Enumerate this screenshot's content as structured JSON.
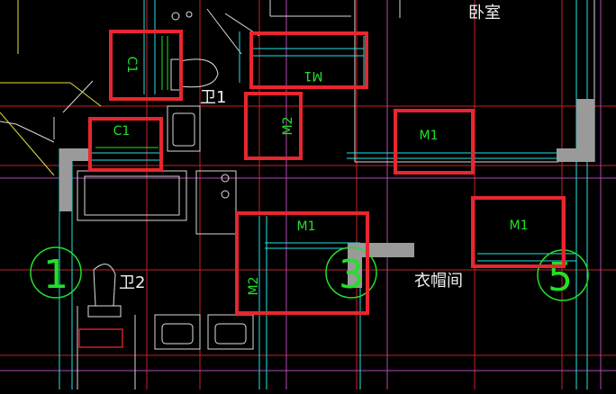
{
  "rooms": {
    "bedroom": "卧室",
    "bath1": "卫1",
    "bath2": "卫2",
    "cloakroom": "衣帽间"
  },
  "axes": {
    "axis1": "1",
    "axis3": "3",
    "axis5": "5"
  },
  "tags": {
    "c1_left": "C1",
    "c1_mid": "C1",
    "m1_top_flipped": "M1",
    "m2_upper": "M2",
    "m1_right": "M1",
    "m1_center": "M1",
    "m2_lower": "M2",
    "m1_far_right": "M1"
  },
  "colors": {
    "highlight": "#e8262f",
    "label_green": "#22e02a",
    "wall_gray": "#9a9a9a",
    "cyan_line": "#21e4e4",
    "red_line": "#c8202a"
  }
}
